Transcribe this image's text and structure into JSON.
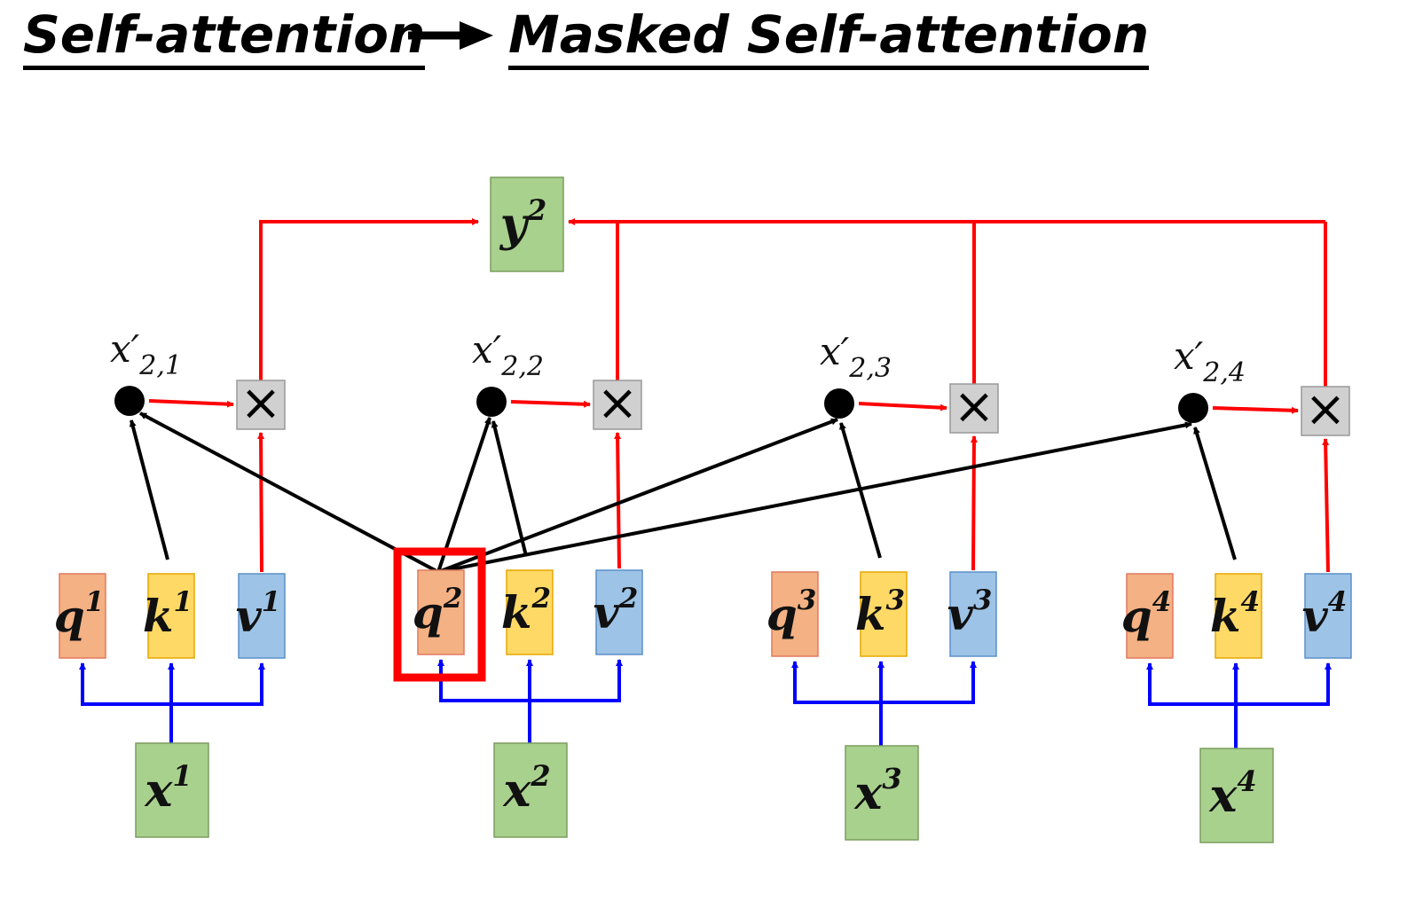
{
  "title": {
    "left": "Self-attention",
    "right": "Masked Self-attention",
    "arrow_icon": "right-arrow-icon"
  },
  "output": {
    "sym": "y",
    "sup": "2"
  },
  "weights": [
    {
      "sym": "x′",
      "sub": "2,1"
    },
    {
      "sym": "x′",
      "sub": "2,2"
    },
    {
      "sym": "x′",
      "sub": "2,3"
    },
    {
      "sym": "x′",
      "sub": "2,4"
    }
  ],
  "multiply_symbol": "×",
  "positions": [
    {
      "q": "q",
      "k": "k",
      "v": "v",
      "x": "x",
      "sup": "1"
    },
    {
      "q": "q",
      "k": "k",
      "v": "v",
      "x": "x",
      "sup": "2"
    },
    {
      "q": "q",
      "k": "k",
      "v": "v",
      "x": "x",
      "sup": "3"
    },
    {
      "q": "q",
      "k": "k",
      "v": "v",
      "x": "x",
      "sup": "4"
    }
  ],
  "highlighted_query": "q2",
  "colors": {
    "query": "#f4b183",
    "key": "#ffd966",
    "value": "#9dc3e6",
    "input_output": "#a9d18e",
    "multiply_box": "#d0d0d0",
    "red_flow": "#ff0000",
    "blue_flow": "#0000ff",
    "attention_arrow": "#000000",
    "highlight": "#ff0000"
  }
}
